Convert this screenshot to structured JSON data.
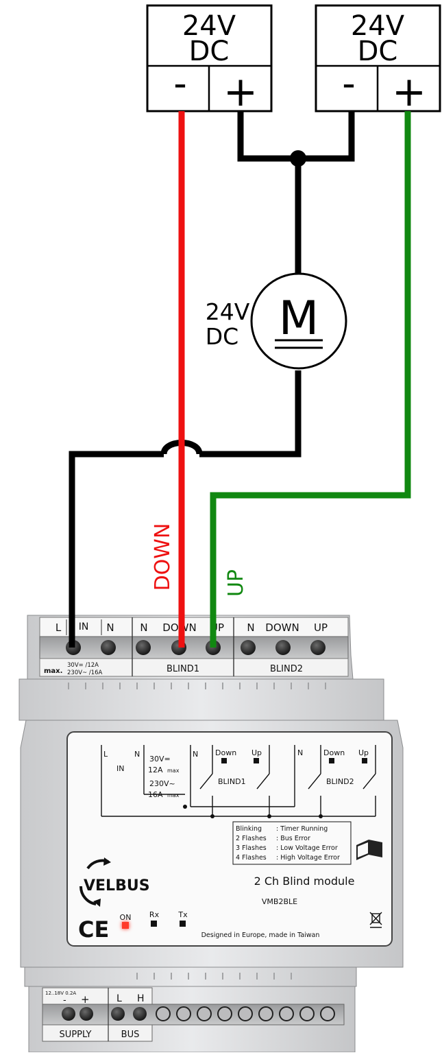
{
  "power_supplies": [
    {
      "voltage": "24V",
      "type": "DC",
      "minus": "-",
      "plus": "+"
    },
    {
      "voltage": "24V",
      "type": "DC",
      "minus": "-",
      "plus": "+"
    }
  ],
  "motor": {
    "symbol": "M",
    "voltage": "24V",
    "type": "DC"
  },
  "wire_labels": {
    "down": "DOWN",
    "up": "UP"
  },
  "colors": {
    "down_wire": "#ee1111",
    "up_wire": "#118811",
    "common_wire": "#000000"
  },
  "module": {
    "top_terminals": [
      "L",
      "IN",
      "N",
      "N",
      "DOWN",
      "UP",
      "N",
      "DOWN",
      "UP"
    ],
    "rating_prefix": "max.",
    "rating_line1": "30V= /12A",
    "rating_line2": "230V~ /16A",
    "group_blind1": "BLIND1",
    "group_blind2": "BLIND2",
    "panel": {
      "l": "L",
      "in": "IN",
      "n1": "N",
      "spec1": "30V=",
      "spec2": "12A",
      "spec2b": "max",
      "spec3": "230V~",
      "spec4": "16A",
      "spec4b": "max",
      "n2": "N",
      "down1": "Down",
      "up1": "Up",
      "blind1": "BLIND1",
      "n3": "N",
      "down2": "Down",
      "up2": "Up",
      "blind2": "BLIND2"
    },
    "status_table": [
      {
        "key": "Blinking",
        "value": ": Timer Running"
      },
      {
        "key": "2 Flashes",
        "value": ": Bus Error"
      },
      {
        "key": "3 Flashes",
        "value": ": Low Voltage Error"
      },
      {
        "key": "4 Flashes",
        "value": ": High Voltage Error"
      }
    ],
    "brand": "VELBUS",
    "product_name": "2 Ch Blind module",
    "model": "VMB2BLE",
    "ce_mark": "CE",
    "led_labels": {
      "on": "ON",
      "rx": "Rx",
      "tx": "Tx"
    },
    "origin": "Designed in Europe, made in Taiwan",
    "bottom_supply_rating": "12..18V  0.2A",
    "bottom_minus": "-",
    "bottom_plus": "+",
    "bottom_l": "L",
    "bottom_h": "H",
    "bottom_supply": "SUPPLY",
    "bottom_bus": "BUS"
  }
}
